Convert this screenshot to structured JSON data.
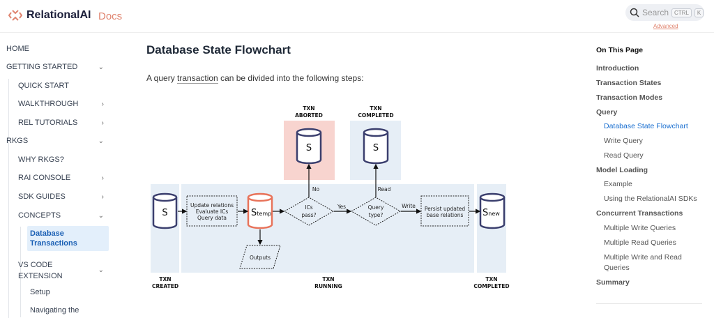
{
  "header": {
    "brand": "RelationalAI",
    "docs": "Docs",
    "search_placeholder": "Search",
    "kbd_ctrl": "CTRL",
    "kbd_k": "K",
    "advanced": "Advanced"
  },
  "nav": [
    {
      "label": "HOME"
    },
    {
      "label": "GETTING STARTED"
    },
    {
      "label": "QUICK START"
    },
    {
      "label": "WALKTHROUGH"
    },
    {
      "label": "REL TUTORIALS"
    },
    {
      "label": "RKGS"
    },
    {
      "label": "WHY RKGS?"
    },
    {
      "label": "RAI CONSOLE"
    },
    {
      "label": "SDK GUIDES"
    },
    {
      "label": "CONCEPTS"
    },
    {
      "label": "Database Transactions"
    },
    {
      "label": "VS CODE EXTENSION"
    },
    {
      "label": "Setup"
    },
    {
      "label": "Navigating the"
    }
  ],
  "main": {
    "title": "Database State Flowchart",
    "intro_pre": "A query ",
    "intro_link": "transaction",
    "intro_post": " can be divided into the following steps:"
  },
  "diagram": {
    "txn": "TXN",
    "aborted": "ABORTED",
    "completed": "COMPLETED",
    "created": "CREATED",
    "running": "RUNNING",
    "s": "S",
    "temp": "temp",
    "new": "new",
    "box1": [
      "Update relations",
      "Evaluate ICs",
      "Query data"
    ],
    "ics": [
      "ICs",
      "pass?"
    ],
    "qtype": [
      "Query",
      "type?"
    ],
    "persist": [
      "Persist updated",
      "base relations"
    ],
    "outputs": "Outputs",
    "no": "No",
    "yes": "Yes",
    "read": "Read",
    "write": "Write",
    "colors": {
      "panel": "#e6eef6",
      "abort": "#f8d4cf",
      "navy": "#3b3f6e",
      "orange": "#e8735a"
    }
  },
  "toc": {
    "heading": "On This Page",
    "items": [
      {
        "label": "Introduction"
      },
      {
        "label": "Transaction States"
      },
      {
        "label": "Transaction Modes"
      },
      {
        "label": "Query"
      },
      {
        "label": "Database State Flowchart"
      },
      {
        "label": "Write Query"
      },
      {
        "label": "Read Query"
      },
      {
        "label": "Model Loading"
      },
      {
        "label": "Example"
      },
      {
        "label": "Using the RelationalAI SDKs"
      },
      {
        "label": "Concurrent Transactions"
      },
      {
        "label": "Multiple Write Queries"
      },
      {
        "label": "Multiple Read Queries"
      },
      {
        "label": "Multiple Write and Read"
      },
      {
        "label": "Queries"
      },
      {
        "label": "Summary"
      }
    ]
  }
}
